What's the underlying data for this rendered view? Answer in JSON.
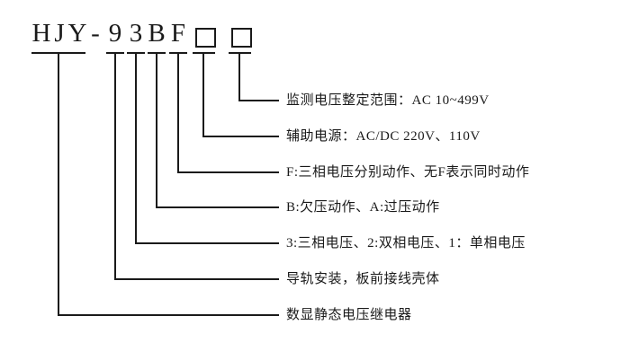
{
  "model": {
    "chars": [
      "H",
      "J",
      "Y",
      "-",
      "9",
      "3",
      "B",
      "F"
    ],
    "option_boxes": 2
  },
  "labels": [
    {
      "text": "监测电压整定范围：AC 10~499V"
    },
    {
      "text": "辅助电源：AC/DC 220V、110V"
    },
    {
      "text": "F:三相电压分别动作、无F表示同时动作"
    },
    {
      "text": "B:欠压动作、A:过压动作"
    },
    {
      "text": "3:三相电压、2:双相电压、1：单相电压"
    },
    {
      "text": "导轨安装，板前接线壳体"
    },
    {
      "text": "数显静态电压继电器"
    }
  ],
  "colors": {
    "line": "#1a1a1a",
    "background": "#ffffff"
  }
}
